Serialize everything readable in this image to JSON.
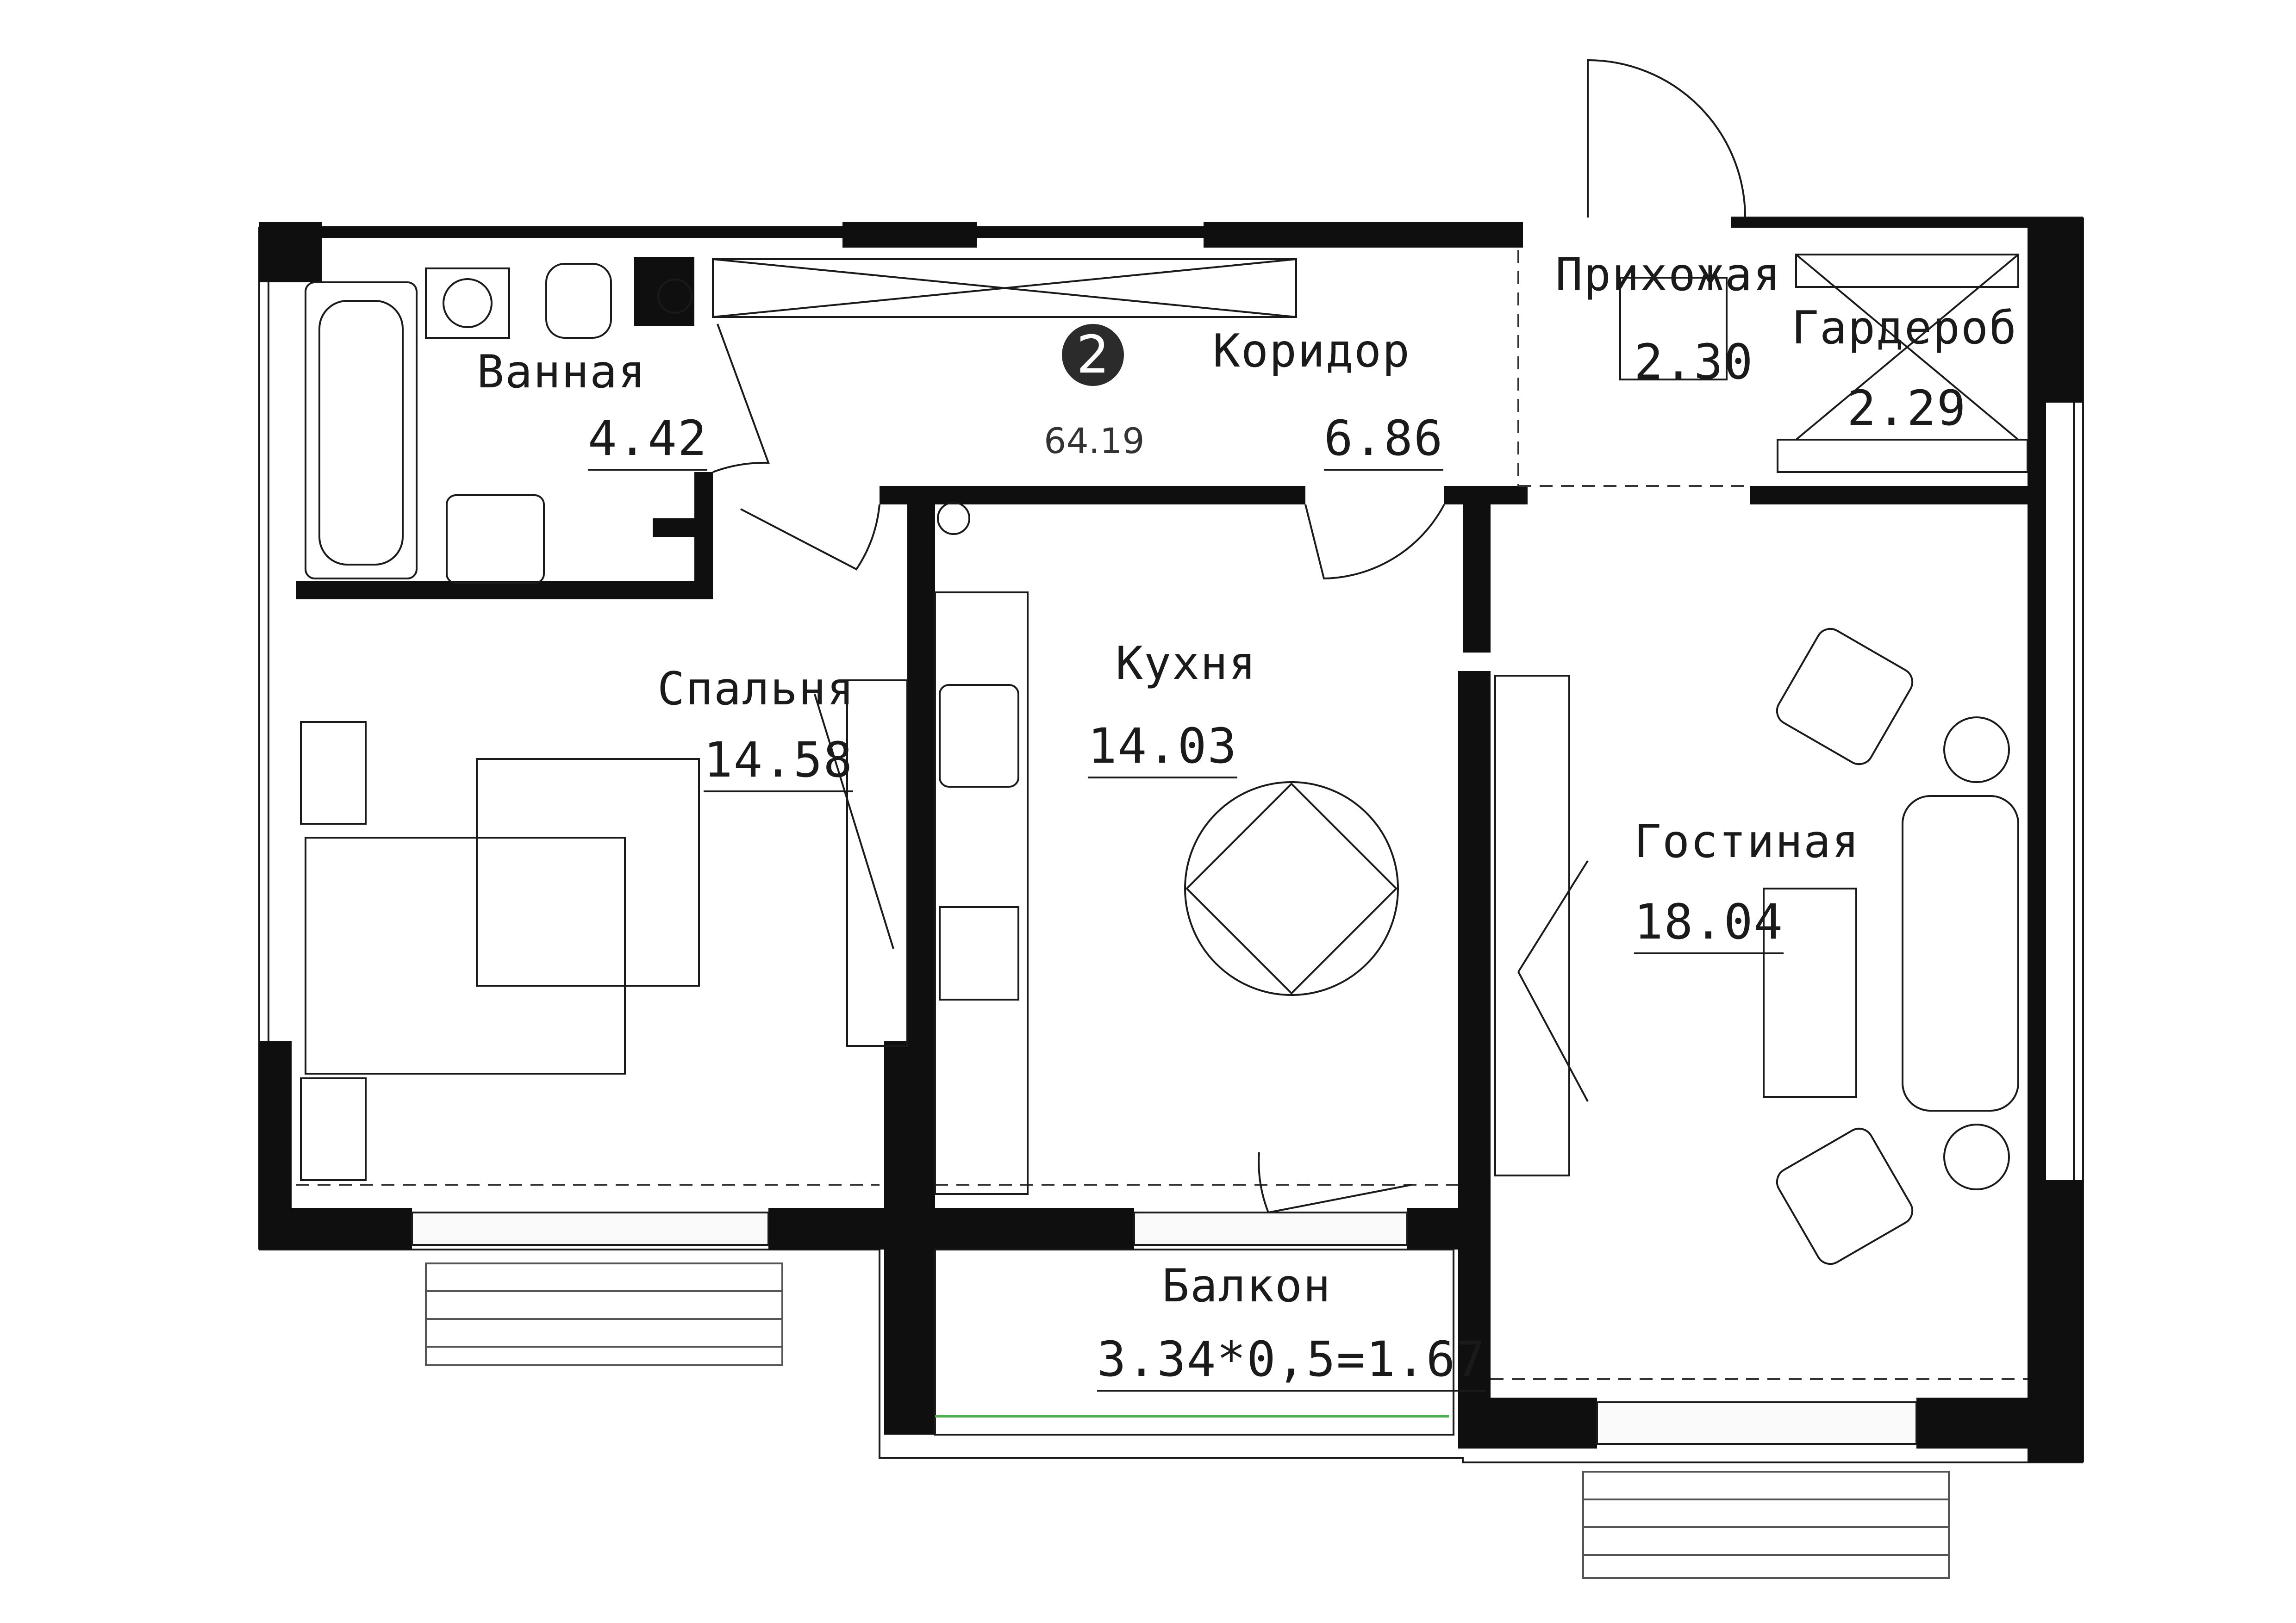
{
  "apartment": {
    "rooms_count": "2",
    "total_area": "64.19"
  },
  "rooms": [
    {
      "key": "bathroom",
      "name": "Ванная",
      "area": "4.42"
    },
    {
      "key": "corridor",
      "name": "Коридор",
      "area": "6.86"
    },
    {
      "key": "hallway",
      "name": "Прихожая",
      "area": "2.30"
    },
    {
      "key": "wardrobe",
      "name": "Гардероб",
      "area": "2.29"
    },
    {
      "key": "bedroom",
      "name": "Спальня",
      "area": "14.58"
    },
    {
      "key": "kitchen",
      "name": "Кухня",
      "area": "14.03"
    },
    {
      "key": "living",
      "name": "Гостиная",
      "area": "18.04"
    },
    {
      "key": "balcony",
      "name": "Балкон",
      "area": "3.34*0,5=1.67"
    }
  ],
  "colors": {
    "wall": "#0f0f0f",
    "window_band": "#5a5a5a",
    "line": "#1a1a1a",
    "balcony_rail": "#4caf50"
  }
}
